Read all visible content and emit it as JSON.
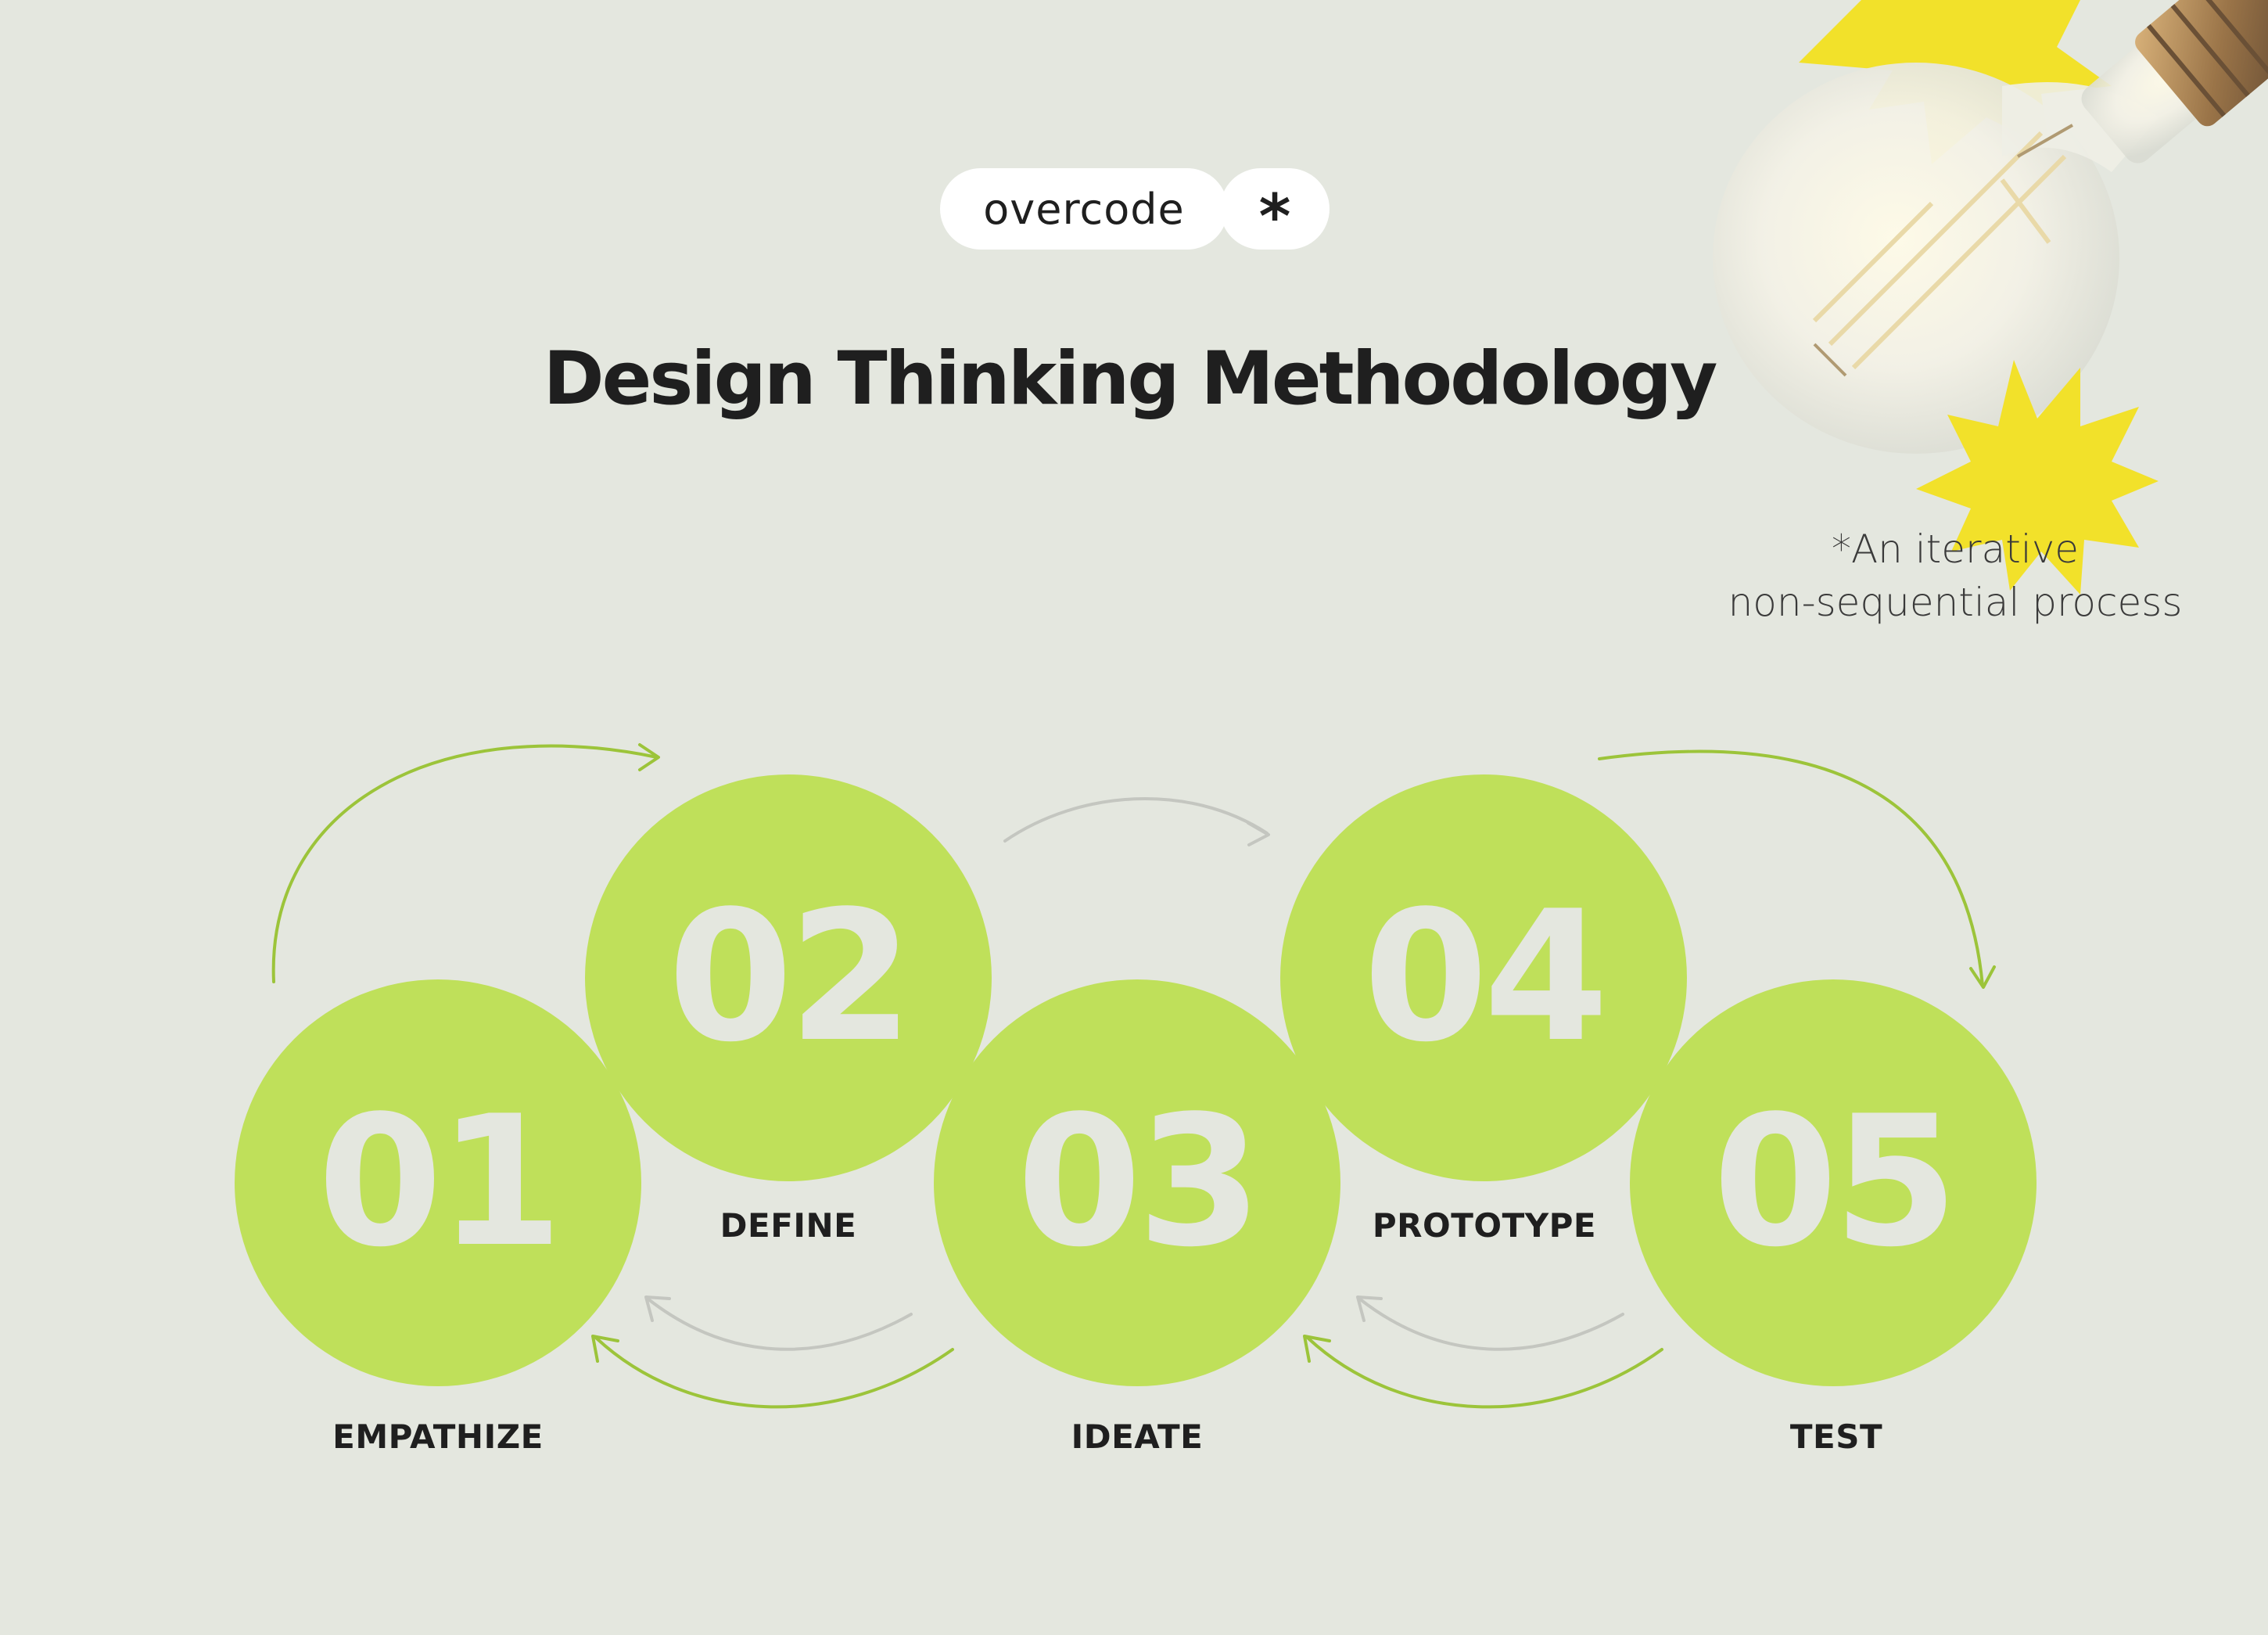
{
  "brand": {
    "name": "overcode",
    "mark": "*"
  },
  "title": "Design Thinking Methodology",
  "note": {
    "line1": "*An iterative",
    "line2": "non-sequential process"
  },
  "steps": [
    {
      "number": "01",
      "label": "EMPATHIZE"
    },
    {
      "number": "02",
      "label": "DEFINE"
    },
    {
      "number": "03",
      "label": "IDEATE"
    },
    {
      "number": "04",
      "label": "PROTOTYPE"
    },
    {
      "number": "05",
      "label": "TEST"
    }
  ],
  "colors": {
    "background": "#e4e7df",
    "circle": "#bfe05a",
    "numeral": "#e4e7df",
    "arrow_primary": "#9cc43a",
    "arrow_secondary": "#c4c6c0",
    "text": "#1f1f1f"
  },
  "illustration": {
    "icon": "light-bulb-icon",
    "accents": [
      "yellow-starburst-icon",
      "yellow-starburst-icon"
    ]
  }
}
